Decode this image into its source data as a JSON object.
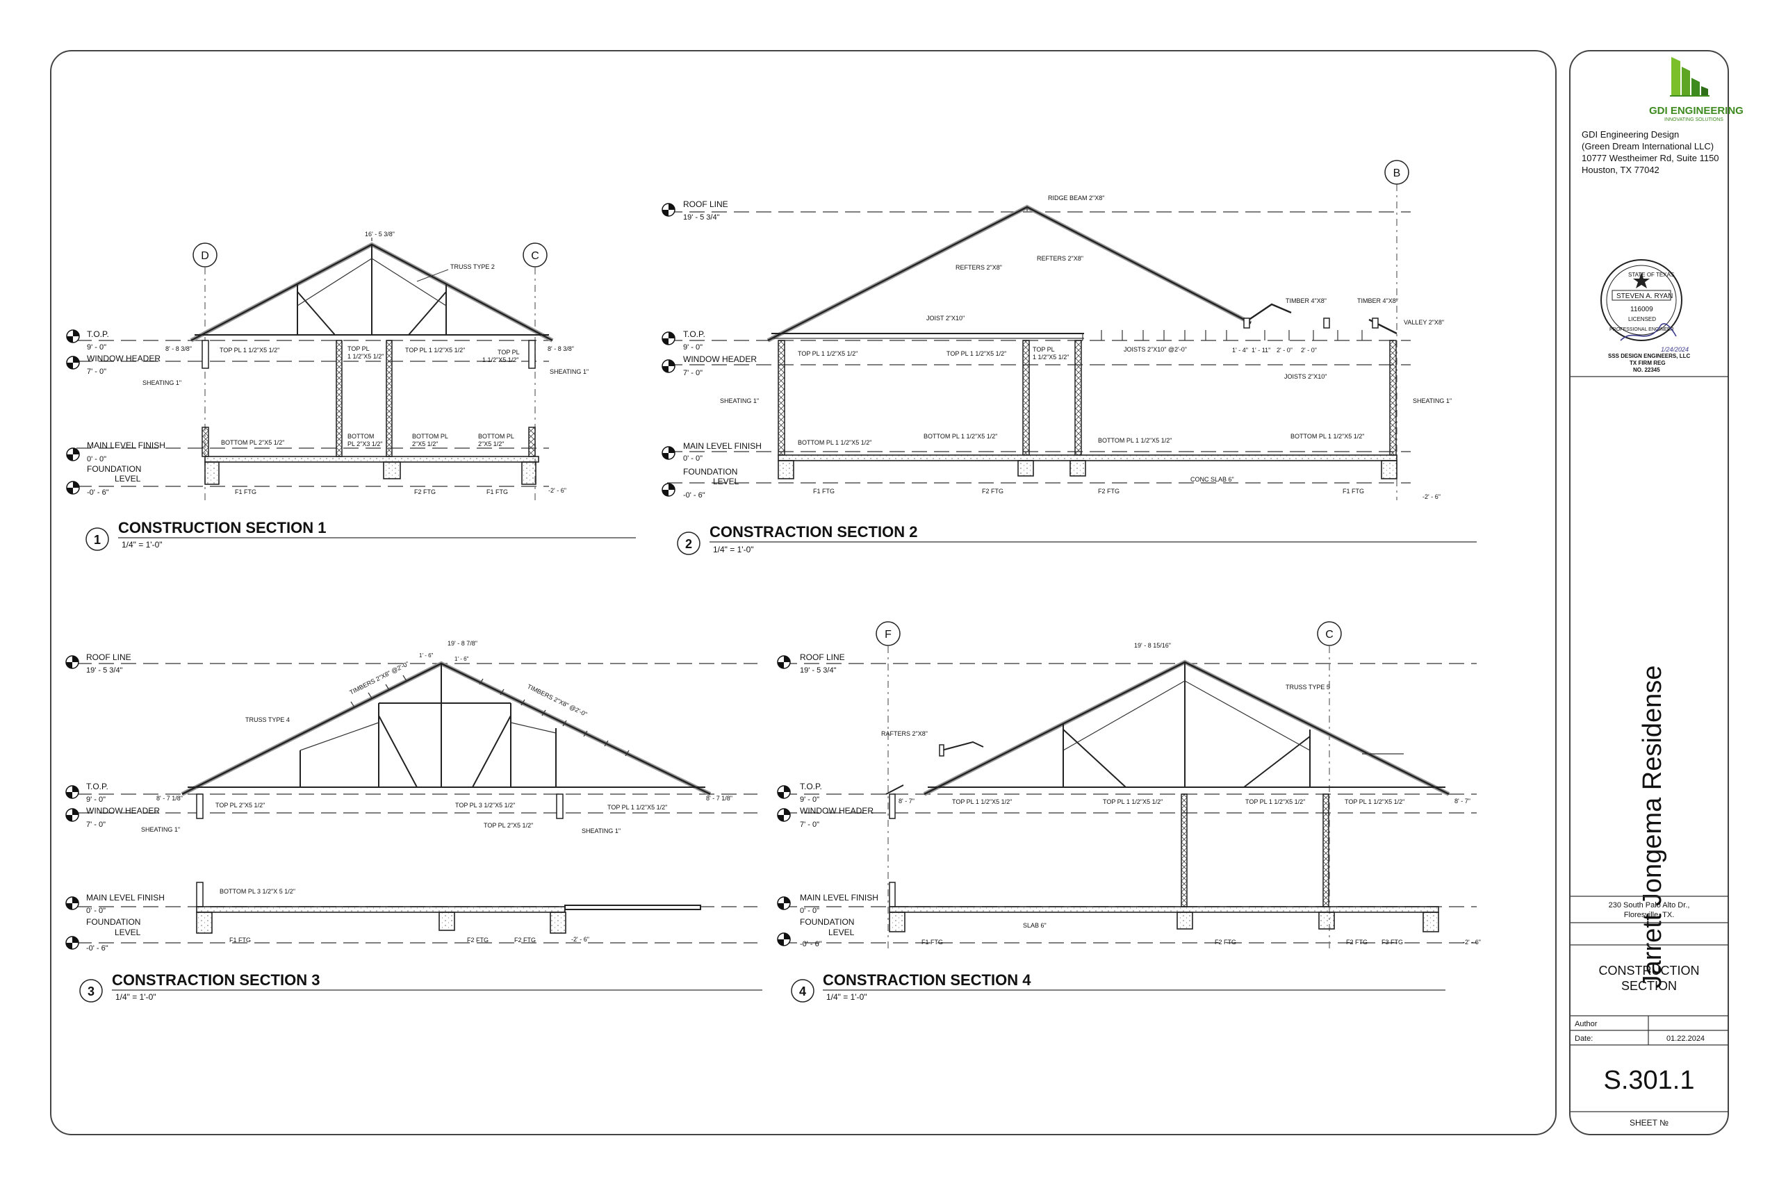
{
  "company": {
    "logo_text": "GDI ENGINEERING",
    "logo_tagline": "INNOVATING SOLUTIONS",
    "address_lines": [
      "GDI Engineering Design",
      "(Green Dream International LLC)",
      "10777 Westheimer Rd, Suite 1150",
      "Houston, TX 77042"
    ]
  },
  "seal": {
    "lines": [
      "STATE OF TEXAS",
      "STEVEN A. RYAN",
      "116009",
      "LICENSED",
      "PROFESSIONAL ENGINEER"
    ],
    "date": "1/24/2024",
    "firm_lines": [
      "SSS DESIGN ENGINEERS, LLC",
      "TX FIRM REG",
      "NO. 22345"
    ]
  },
  "project": {
    "name": "Jarrett Jongema Residense",
    "address_lines": [
      "230 South Palo Alto Dr.,",
      "Floresville, TX."
    ],
    "sheet_title_lines": [
      "CONSTRUCTION",
      "SECTION"
    ],
    "author_label": "Author",
    "date_label": "Date:",
    "date_value": "01.22.2024",
    "sheet_number": "S.301.1",
    "sheet_label": "SHEET №"
  },
  "colors": {
    "logo_green": "#7bbf2a",
    "logo_dark": "#3d8a1f",
    "line": "#222222"
  },
  "levels": {
    "roof_line": {
      "name": "ROOF LINE",
      "value": "19' - 5 3/4\""
    },
    "top": {
      "name": "T.O.P.",
      "value": "9' - 0\""
    },
    "window_header": {
      "name": "WINDOW HEADER",
      "value": "7' - 0\""
    },
    "main_level": {
      "name": "MAIN LEVEL FINISH",
      "value": "0' - 0\""
    },
    "foundation": {
      "name": "FOUNDATION",
      "name2": "LEVEL",
      "value": "-0' - 6\""
    }
  },
  "sections": {
    "s1": {
      "number": "1",
      "title": "CONSTRUCTION SECTION 1",
      "scale": "1/4\" = 1'-0\"",
      "grid_left": "D",
      "grid_right": "C",
      "labels": {
        "ridge_dim": "16' - 5 3/8\"",
        "truss": "TRUSS TYPE 2",
        "left_dim": "8' - 8 3/8\"",
        "right_dim": "8' - 8 3/8\"",
        "top_pl_a": "TOP PL 1 1/2\"X5 1/2\"",
        "top_pl_b1": "TOP PL",
        "top_pl_b2": "1 1/2\"X5 1/2\"",
        "top_pl_c": "TOP PL 1 1/2\"X5 1/2\"",
        "top_pl_d1": "TOP PL",
        "top_pl_d2": "1 1/2\"X5 1/2\"",
        "sheating_l": "SHEATING 1\"",
        "sheating_r": "SHEATING 1\"",
        "bot_a": "BOTTOM PL 2\"X5 1/2\"",
        "bot_b1": "BOTTOM",
        "bot_b2": "PL 2\"X3 1/2\"",
        "bot_c1": "BOTTOM PL",
        "bot_c2": "2\"X5 1/2\"",
        "bot_d1": "BOTTOM PL",
        "bot_d2": "2\"X5 1/2\"",
        "f1_l": "F1 FTG",
        "f2": "F2 FTG",
        "f1_r": "F1 FTG",
        "depth": "-2' - 6\""
      }
    },
    "s2": {
      "number": "2",
      "title": "CONSTRACTION SECTION 2",
      "scale": "1/4\" = 1'-0\"",
      "grid": "B",
      "labels": {
        "ridge": "RIDGE BEAM 2\"X8\"",
        "refters_l": "REFTERS 2\"X8\"",
        "refters_r": "REFTERS 2\"X8\"",
        "joist": "JOIST 2\"X10\"",
        "timber_a": "TIMBER 4\"X8\"",
        "timber_b": "TIMBER 4\"X8\"",
        "valley": "VALLEY 2\"X8\"",
        "top_pl_a": "TOP PL 1 1/2\"X5 1/2\"",
        "top_pl_b": "TOP PL 1 1/2\"X5 1/2\"",
        "top_pl_c1": "TOP PL",
        "top_pl_c2": "1 1/2\"X5 1/2\"",
        "joists_a": "JOISTS 2\"X10\" @2'-0\"",
        "joists_b": "JOISTS 2\"X10\"",
        "d1": "1' - 4\"",
        "d2": "1' - 11\"",
        "d3": "2' - 0\"",
        "d4": "2' - 0\"",
        "sheating_l": "SHEATING 1\"",
        "sheating_r": "SHEATING 1\"",
        "bot_a": "BOTTOM PL 1 1/2\"X5 1/2\"",
        "bot_b": "BOTTOM PL 1 1/2\"X5 1/2\"",
        "bot_c": "BOTTOM PL 1 1/2\"X5 1/2\"",
        "bot_d": "BOTTOM PL 1 1/2\"X5 1/2\"",
        "f1_l": "F1 FTG",
        "f2_a": "F2 FTG",
        "f2_b": "F2 FTG",
        "slab": "CONC SLAB 6\"",
        "f1_r": "F1 FTG",
        "depth": "-2' - 6\""
      }
    },
    "s3": {
      "number": "3",
      "title": "CONSTRACTION SECTION 3",
      "scale": "1/4\" = 1'-0\"",
      "labels": {
        "ridge_dim": "19' - 8 7/8\"",
        "d_a": "1' - 6\"",
        "d_b": "1' - 6\"",
        "timbers_l": "TIMBERS 2\"X8\" @2'-0\"",
        "timbers_r": "TIMBERS 2\"X8\" @2'-0\"",
        "truss": "TRUSS TYPE 4",
        "left_dim": "8' - 7 1/8\"",
        "right_dim": "8' - 7 1/8\"",
        "top_pl_a": "TOP PL 2\"X5 1/2\"",
        "top_pl_b": "TOP PL 3 1/2\"X5 1/2\"",
        "top_pl_c": "TOP PL 1 1/2\"X5 1/2\"",
        "top_pl_d": "TOP PL 2\"X5 1/2\"",
        "sheating_l": "SHEATING 1\"",
        "sheating_r": "SHEATING 1\"",
        "bot": "BOTTOM PL 3 1/2\"X 5 1/2\"",
        "f1": "F1 FTG",
        "f2_a": "F2 FTG",
        "f2_b": "F2 FTG",
        "depth": "-2' - 6\""
      }
    },
    "s4": {
      "number": "4",
      "title": "CONSTRACTION SECTION 4",
      "scale": "1/4\" = 1'-0\"",
      "grid_left": "F",
      "grid_right": "C",
      "labels": {
        "ridge_dim": "19' - 8 15/16\"",
        "truss": "TRUSS TYPE 5",
        "rafters": "RAFTERS 2\"X8\"",
        "left_dim": "8' - 7\"",
        "right_dim": "8' - 7\"",
        "top_pl_a": "TOP PL 1 1/2\"X5 1/2\"",
        "top_pl_b": "TOP PL 1 1/2\"X5 1/2\"",
        "top_pl_c": "TOP PL 1 1/2\"X5 1/2\"",
        "top_pl_d": "TOP PL 1 1/2\"X5 1/2\"",
        "slab": "SLAB 6\"",
        "f1": "F1 FTG",
        "f2_a": "F2 FTG",
        "f2_b": "F2 FTG",
        "f3": "F3 FTG",
        "depth": "-2' - 6\""
      }
    }
  }
}
